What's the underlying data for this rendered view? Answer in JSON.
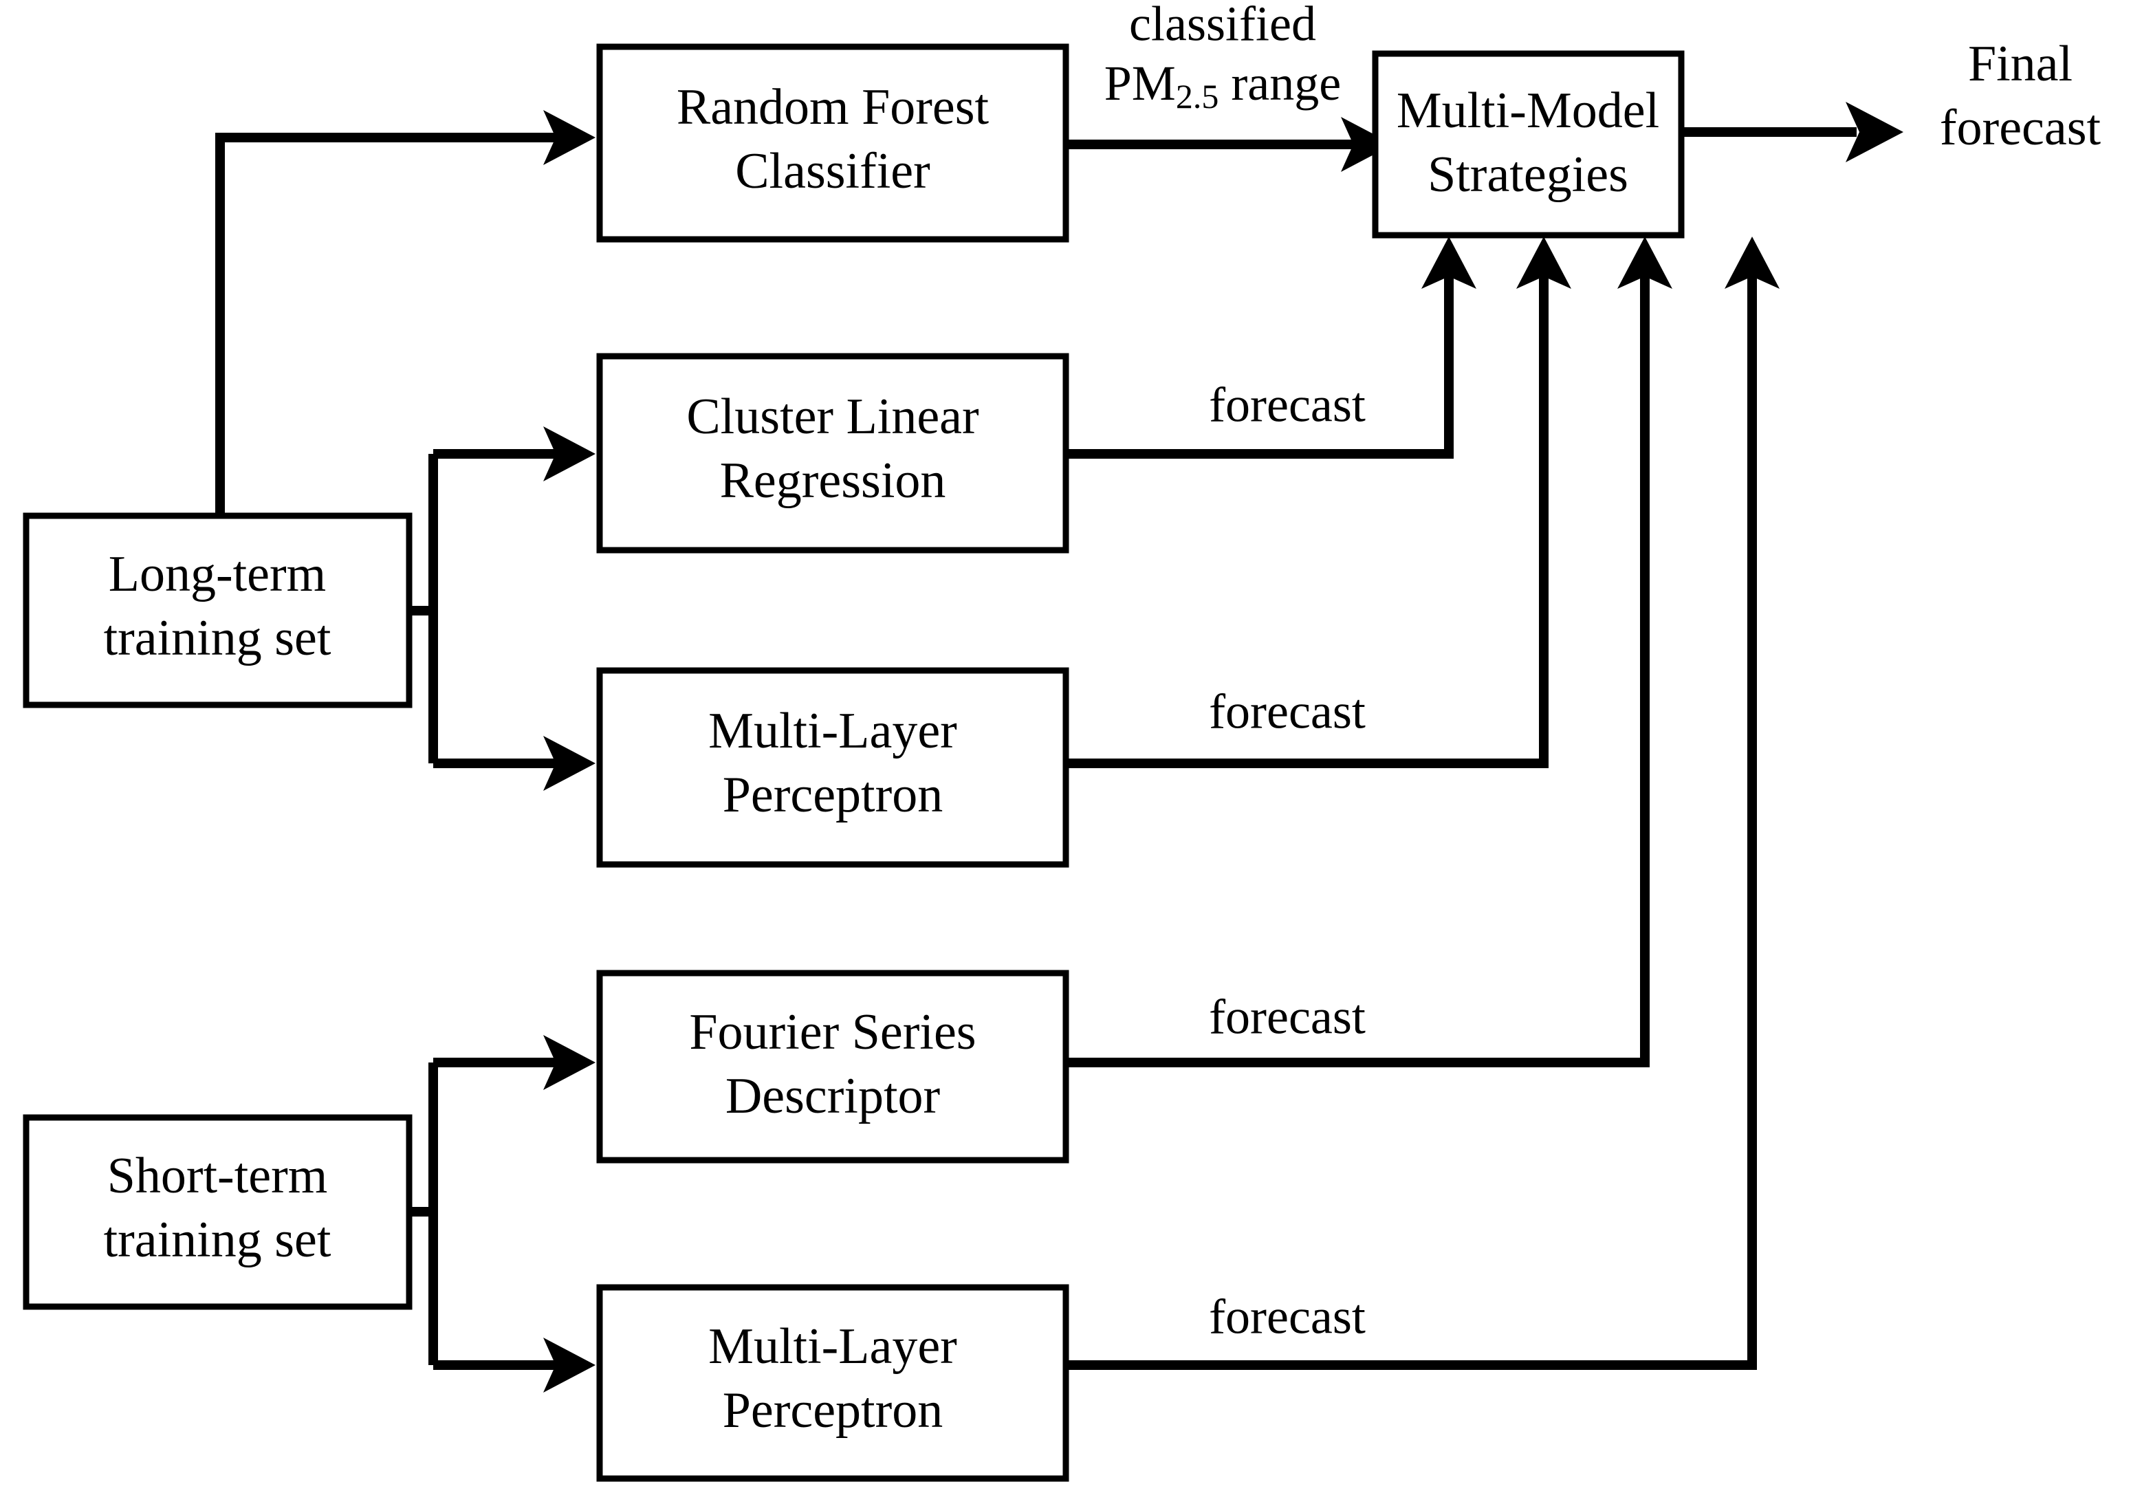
{
  "diagram": {
    "title": "PM2.5 forecasting multi-model framework flowchart",
    "stroke_color": "#000000",
    "fill_color": "#ffffff",
    "nodes": [
      {
        "id": "long_term",
        "line1": "Long-term",
        "line2": "training set"
      },
      {
        "id": "short_term",
        "line1": "Short-term",
        "line2": "training set"
      },
      {
        "id": "rf",
        "line1": "Random Forest",
        "line2": "Classifier"
      },
      {
        "id": "clr",
        "line1": "Cluster Linear",
        "line2": "Regression"
      },
      {
        "id": "mlp_long",
        "line1": "Multi-Layer",
        "line2": "Perceptron"
      },
      {
        "id": "fsd",
        "line1": "Fourier Series",
        "line2": "Descriptor"
      },
      {
        "id": "mlp_short",
        "line1": "Multi-Layer",
        "line2": "Perceptron"
      },
      {
        "id": "mms",
        "line1": "Multi-Model",
        "line2": "Strategies"
      }
    ],
    "edge_labels": {
      "classified_line1": "classified",
      "classified_pm": "PM",
      "classified_pm_sub": "2.5",
      "classified_line2_tail": " range",
      "forecast_clr": "forecast",
      "forecast_mlp_long": "forecast",
      "forecast_fsd": "forecast",
      "forecast_mlp_short": "forecast",
      "final_line1": "Final",
      "final_line2": "forecast"
    }
  }
}
